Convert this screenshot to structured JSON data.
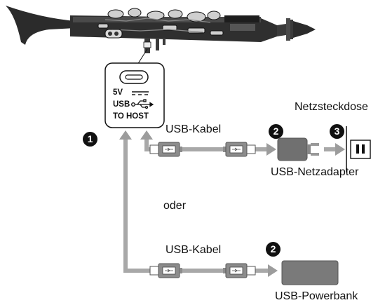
{
  "port": {
    "voltage": "5V",
    "usb": "USB",
    "to_host": "TO HOST"
  },
  "labels": {
    "cable_top": "USB-Kabel",
    "cable_bottom": "USB-Kabel",
    "outlet": "Netzsteckdose",
    "adapter": "USB-Netzadapter",
    "or": "oder",
    "powerbank": "USB-Powerbank"
  },
  "steps": {
    "step1": "1",
    "step2_top": "2",
    "step3": "3",
    "step2_bottom": "2"
  },
  "colors": {
    "cable": "#a8a8a8",
    "arrow": "#9c9c9c",
    "adapter": "#707070",
    "powerbank": "#7a7a7a",
    "instrument": "#2a2a2a"
  }
}
